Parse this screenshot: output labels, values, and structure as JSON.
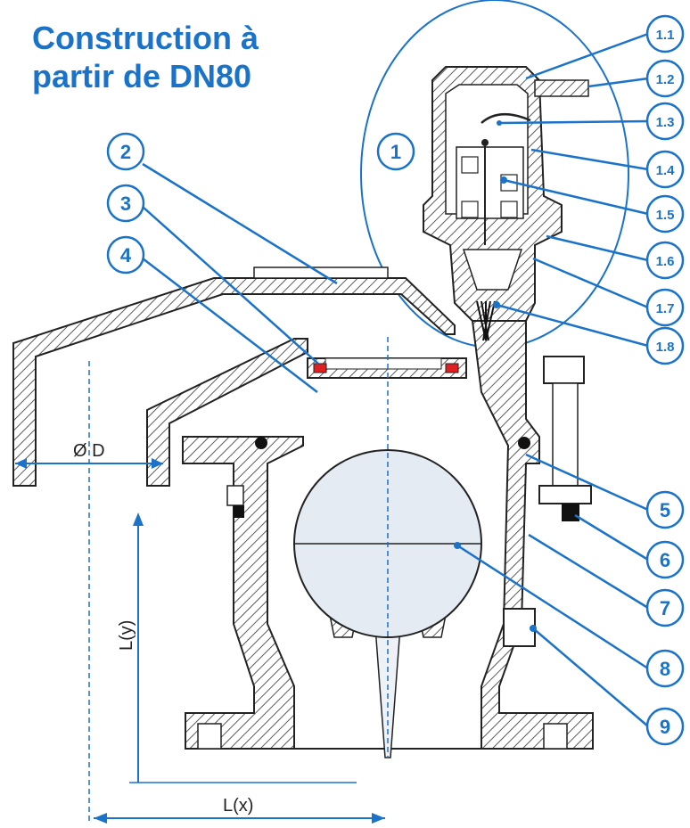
{
  "title": {
    "line1": "Construction à",
    "line2": "partir de DN80"
  },
  "callouts": [
    {
      "id": "c1",
      "label": "1"
    },
    {
      "id": "c11",
      "label": "1.1"
    },
    {
      "id": "c12",
      "label": "1.2"
    },
    {
      "id": "c13",
      "label": "1.3"
    },
    {
      "id": "c14",
      "label": "1.4"
    },
    {
      "id": "c15",
      "label": "1.5"
    },
    {
      "id": "c16",
      "label": "1.6"
    },
    {
      "id": "c17",
      "label": "1.7"
    },
    {
      "id": "c18",
      "label": "1.8"
    },
    {
      "id": "c2",
      "label": "2"
    },
    {
      "id": "c3",
      "label": "3"
    },
    {
      "id": "c4",
      "label": "4"
    },
    {
      "id": "c5",
      "label": "5"
    },
    {
      "id": "c6",
      "label": "6"
    },
    {
      "id": "c7",
      "label": "7"
    },
    {
      "id": "c8",
      "label": "8"
    },
    {
      "id": "c9",
      "label": "9"
    }
  ],
  "dimensions": {
    "diameter": "Ø D",
    "height": "L(y)",
    "width": "L(x)"
  },
  "colors": {
    "accent": "#1a73c9",
    "outline": "#222222",
    "seal_red": "#e02020",
    "float_fill": "#e4ebf3"
  }
}
